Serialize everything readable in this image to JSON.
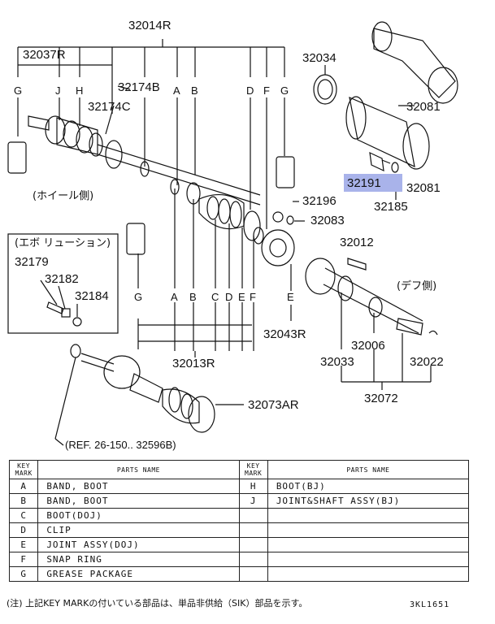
{
  "diagram": {
    "labels": {
      "p32014R": "32014R",
      "p32037R": "32037R",
      "p32174B": "32174B",
      "p32174C": "32174C",
      "p32034": "32034",
      "p32081a": "32081",
      "p32081b": "32081",
      "p32191": "32191",
      "p32185": "32185",
      "p32196": "32196",
      "p32083": "32083",
      "p32012": "32012",
      "p32179": "32179",
      "p32182": "32182",
      "p32184": "32184",
      "p32043R": "32043R",
      "p32013R": "32013R",
      "p32006": "32006",
      "p32033": "32033",
      "p32022": "32022",
      "p32072": "32072",
      "p32073AR": "32073AR",
      "wheel_side": "(ホイール側)",
      "diff_side": "(デフ側)",
      "evolution": "(エボ リューション)",
      "ref": "(REF. 26-150.. 32596B)"
    },
    "top_keys": [
      "G",
      "J",
      "H",
      "A",
      "B",
      "D",
      "F",
      "G"
    ],
    "bottom_keys": [
      "G",
      "A",
      "B",
      "C",
      "D",
      "E",
      "F"
    ],
    "e_key": "E",
    "highlight_color": "#9aa6e6"
  },
  "parts_table": {
    "key_header": "KEY MARK",
    "name_header": "PARTS NAME",
    "left_rows": [
      {
        "key": "A",
        "name": "BAND, BOOT"
      },
      {
        "key": "B",
        "name": "BAND, BOOT"
      },
      {
        "key": "C",
        "name": "BOOT(DOJ)"
      },
      {
        "key": "D",
        "name": "CLIP"
      },
      {
        "key": "E",
        "name": "JOINT ASSY(DOJ)"
      },
      {
        "key": "F",
        "name": "SNAP RING"
      },
      {
        "key": "G",
        "name": "GREASE PACKAGE"
      }
    ],
    "right_rows": [
      {
        "key": "H",
        "name": "BOOT(BJ)"
      },
      {
        "key": "J",
        "name": "JOINT&SHAFT ASSY(BJ)"
      }
    ]
  },
  "footer": {
    "note": "(注) 上記KEY MARKの付いている部品は、単品非供給（SIK）部品を示す。",
    "code": "3KL1651"
  }
}
